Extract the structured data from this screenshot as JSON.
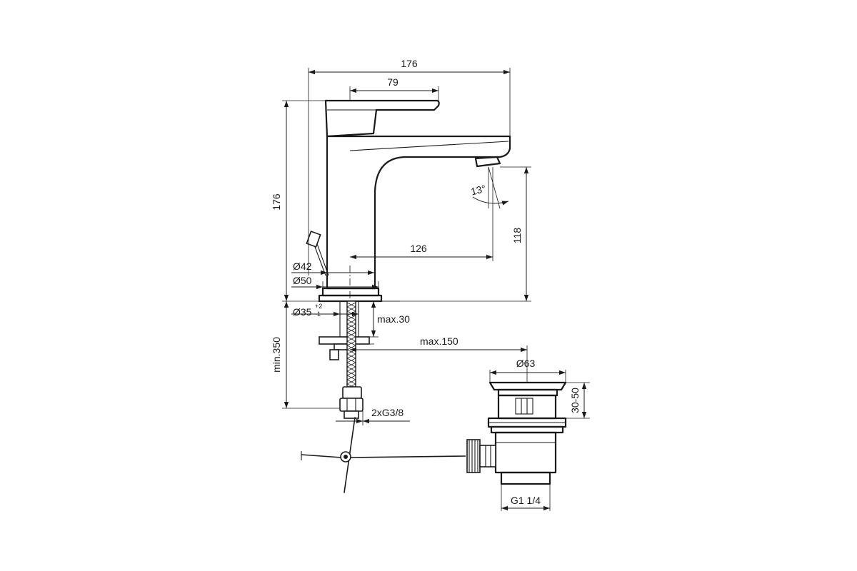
{
  "dimensions": {
    "overall_width": "176",
    "lever_length": "79",
    "overall_height": "176",
    "spout_height": "118",
    "spout_reach": "126",
    "angle": "13°",
    "body_dia_42": "Ø42",
    "base_dia_50": "Ø50",
    "hole_dia": "Ø35",
    "hole_tol_plus": "+2",
    "hole_tol_minus": "-1",
    "max_thickness": "max.30",
    "max_lever_reach": "max.150",
    "min_hose": "min.350",
    "connection": "2xG3/8",
    "waste_dia": "Ø63",
    "waste_range": "30-50",
    "waste_thread": "G1 1/4"
  }
}
